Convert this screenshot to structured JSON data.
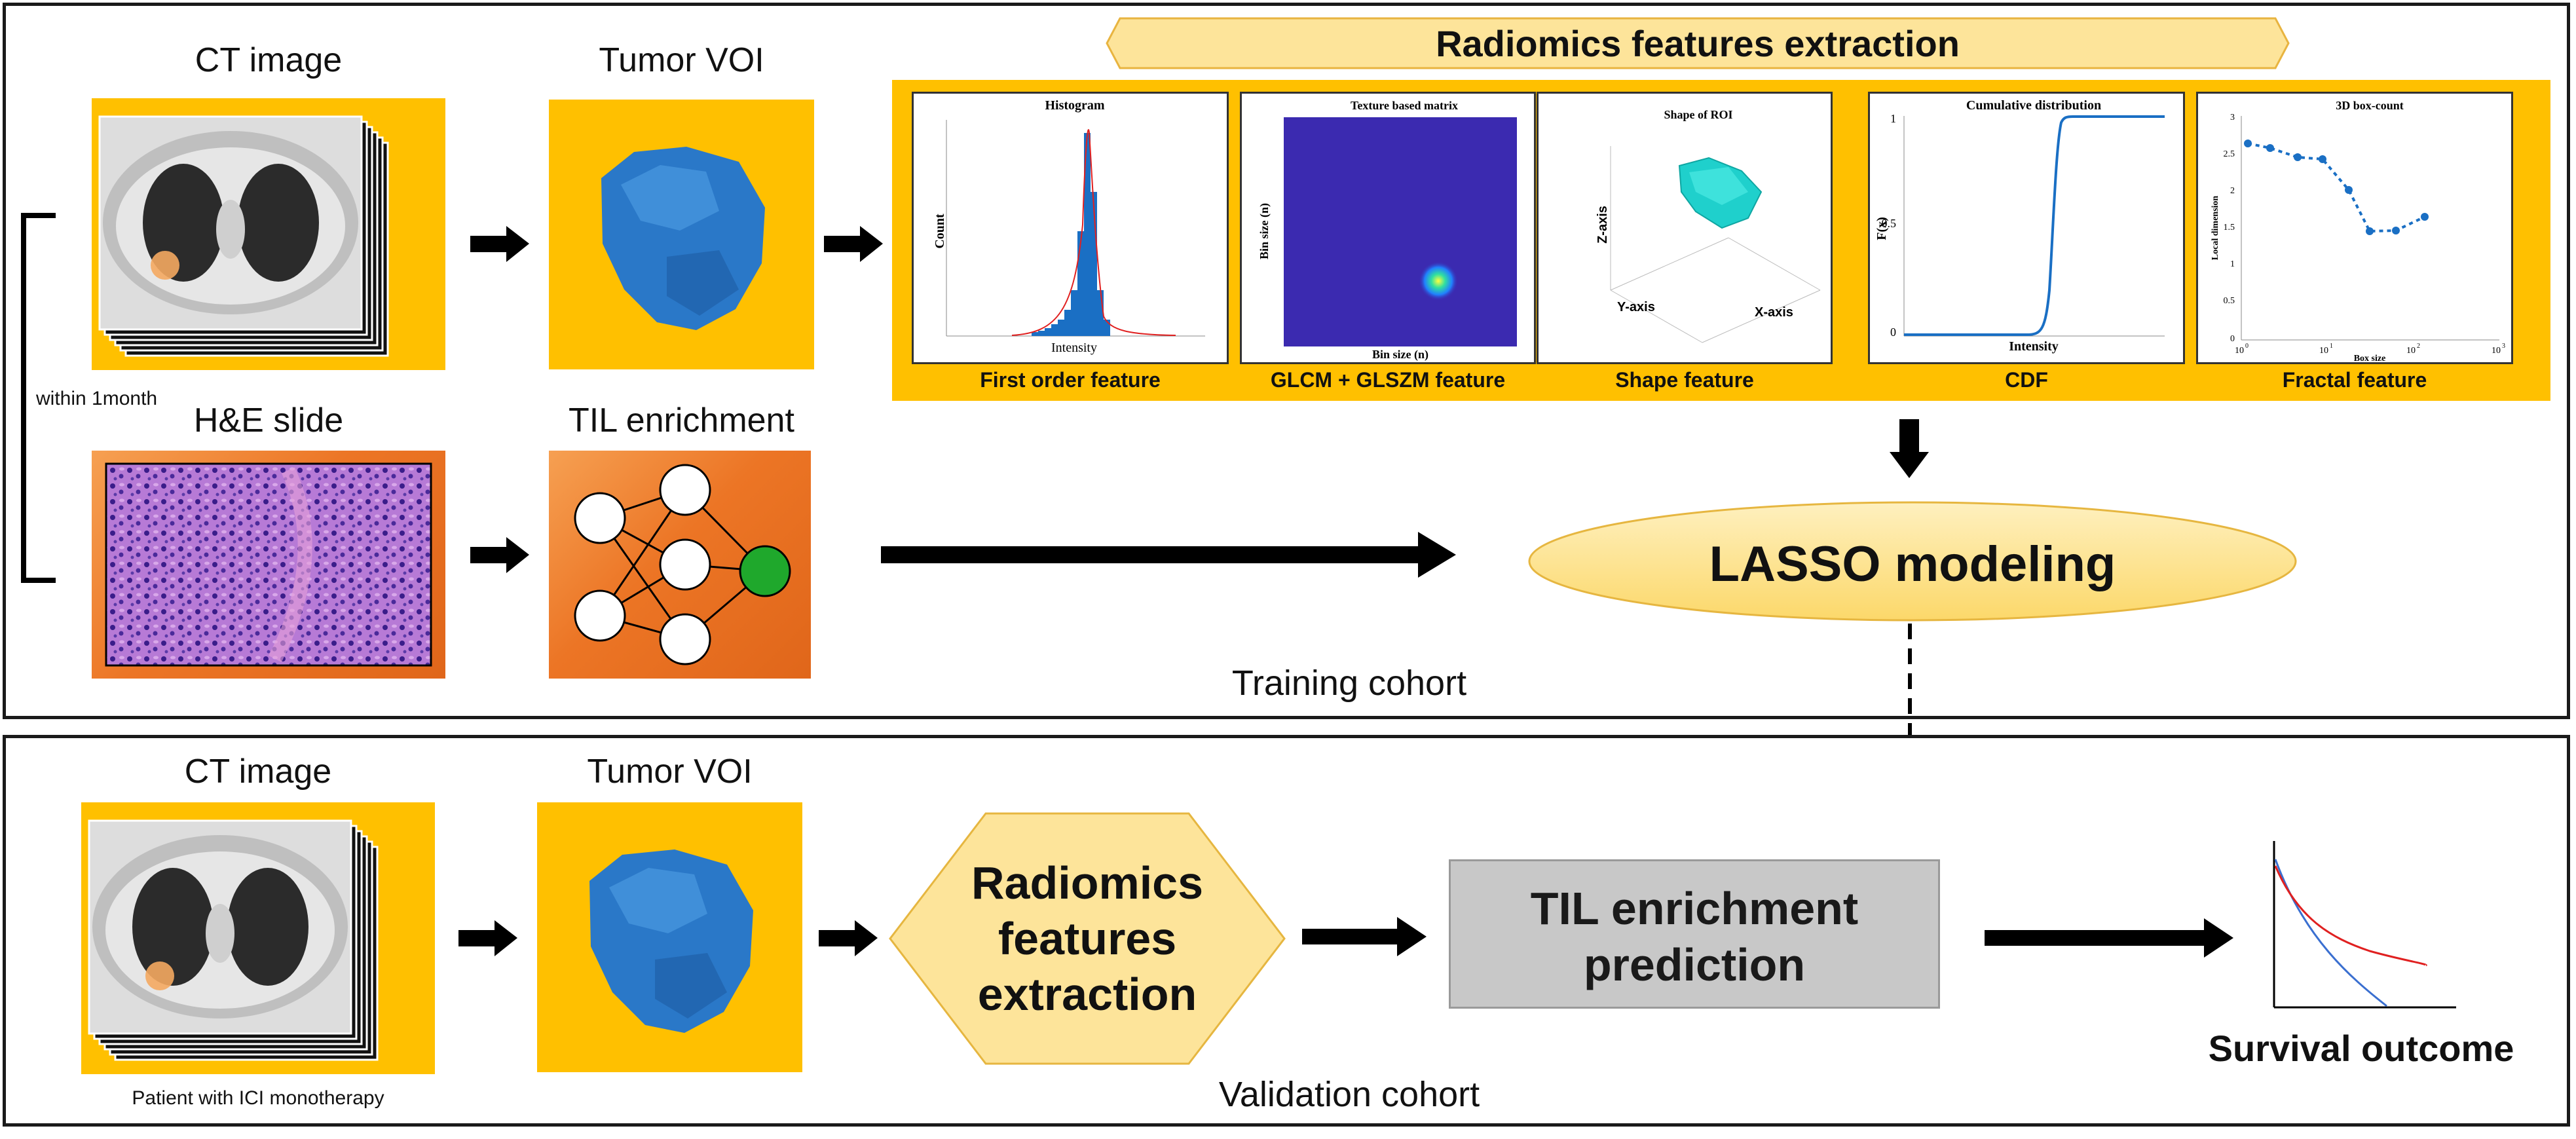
{
  "training": {
    "ct_label": "CT image",
    "voi_label": "Tumor VOI",
    "he_label": "H&E slide",
    "til_label": "TIL enrichment",
    "within_label": "within 1month",
    "cohort_label": "Training cohort",
    "extraction_title": "Radiomics features extraction",
    "lasso_label": "LASSO modeling",
    "features": [
      {
        "plot_title": "Histogram",
        "caption": "First order feature",
        "xlabel": "Intensity",
        "ylabel": "Count"
      },
      {
        "plot_title": "Texture based matrix",
        "caption": "GLCM + GLSZM feature",
        "xlabel": "Bin size (n)",
        "ylabel": "Bin size (n)"
      },
      {
        "plot_title": "Shape of ROI",
        "caption": "Shape feature",
        "xlabel": "X-axis",
        "ylabel": "Y-axis",
        "zlabel": "Z-axis"
      },
      {
        "plot_title": "Cumulative distribution",
        "caption": "CDF",
        "xlabel": "Intensity",
        "ylabel": "F(x)",
        "ticks": [
          "1",
          "0.5",
          "0"
        ]
      },
      {
        "plot_title": "3D box-count",
        "caption": "Fractal feature",
        "xlabel": "Box size",
        "ylabel": "Local dimension",
        "yticks": [
          "3",
          "2.5",
          "2",
          "1.5",
          "1",
          "0.5",
          "0"
        ],
        "xticks": [
          "10",
          "10",
          "10",
          "10"
        ],
        "xexp": [
          "0",
          "1",
          "2",
          "3"
        ]
      }
    ]
  },
  "validation": {
    "ct_label": "CT image",
    "voi_label": "Tumor VOI",
    "patient_label": "Patient with ICI monotherapy",
    "extraction_lines": [
      "Radiomics",
      "features",
      "extraction"
    ],
    "prediction_lines": [
      "TIL enrichment",
      "prediction"
    ],
    "survival_label": "Survival outcome",
    "cohort_label": "Validation cohort"
  },
  "colors": {
    "yellow": "#ffc000",
    "orange": "#ec7525",
    "pale_yellow": "#fde49a",
    "gray": "#c8c8c8",
    "tumor_blue": "#2a78c8",
    "green": "#1fa82c"
  }
}
